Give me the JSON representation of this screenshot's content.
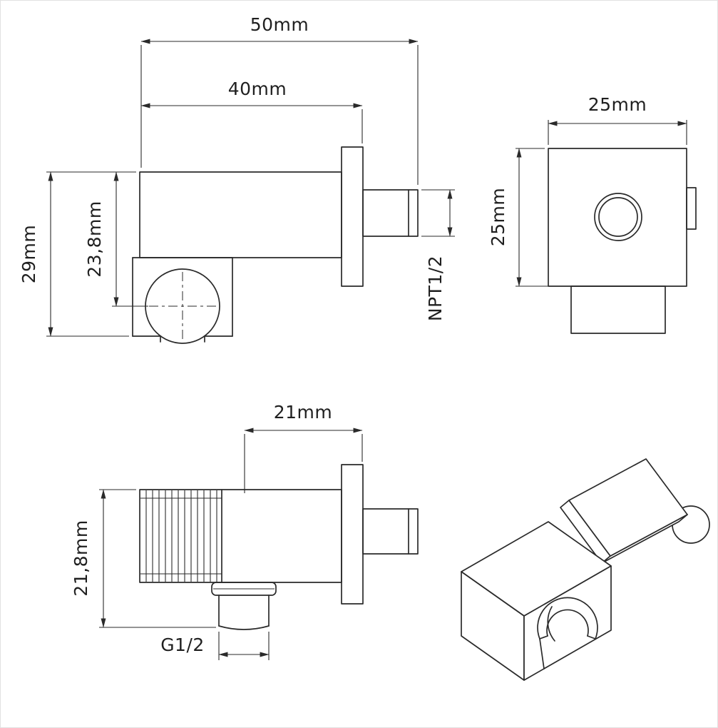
{
  "meta": {
    "drawing_type": "technical-dimension-drawing",
    "background": "#ffffff",
    "ink": "#2a2a2a"
  },
  "views": {
    "side_top": {
      "dims": {
        "total_length": "50mm",
        "body_length": "40mm",
        "total_height": "29mm",
        "center_height": "23,8mm",
        "inlet_thread": "NPT1/2"
      }
    },
    "front": {
      "dims": {
        "width": "25mm",
        "height": "25mm"
      }
    },
    "side_bottom": {
      "dims": {
        "outlet_offset": "21mm",
        "body_height": "21,8mm",
        "outlet_thread": "G1/2"
      }
    }
  }
}
